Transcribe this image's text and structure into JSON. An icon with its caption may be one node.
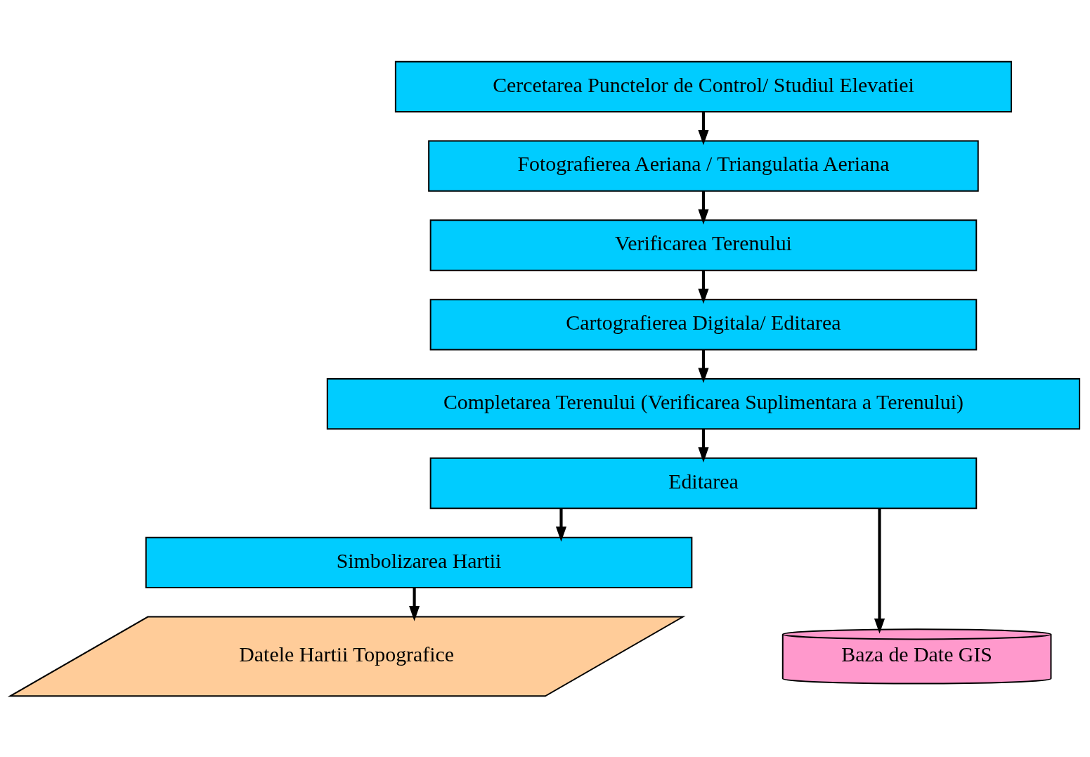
{
  "diagram": {
    "nodes": [
      {
        "text": [
          "Cercetarea Punctelor de Control/ Studiul Elevatiei"
        ]
      },
      {
        "text": [
          "Fotografierea Aeriana / Triangulatia Aeriana"
        ]
      },
      {
        "text": [
          "Verificarea Terenului"
        ]
      },
      {
        "text": [
          "Cartografierea Digitala/ Editarea"
        ]
      },
      {
        "text": [
          "Completarea Terenului (Verificarea Suplimentara a Terenului)"
        ]
      },
      {
        "text": [
          "Editarea"
        ]
      },
      {
        "text": [
          "Simbolizarea Hartii"
        ]
      },
      {
        "text": [
          "Datele Hartii Topografice"
        ]
      },
      {
        "text": [
          "Baza de Date GIS"
        ]
      }
    ],
    "edges": [
      {
        "from": 0,
        "to": 1,
        "arrow": "to"
      },
      {
        "from": 1,
        "to": 2,
        "arrow": "to"
      },
      {
        "from": 2,
        "to": 3,
        "arrow": "to"
      },
      {
        "from": 3,
        "to": 4,
        "arrow": "to"
      },
      {
        "from": 4,
        "to": 5,
        "arrow": "to"
      },
      {
        "from": 5,
        "to": 6,
        "arrow": "to"
      },
      {
        "from": 6,
        "to": 7,
        "arrow": "to"
      },
      {
        "from": 5,
        "to": 8,
        "arrow": "to"
      }
    ]
  }
}
